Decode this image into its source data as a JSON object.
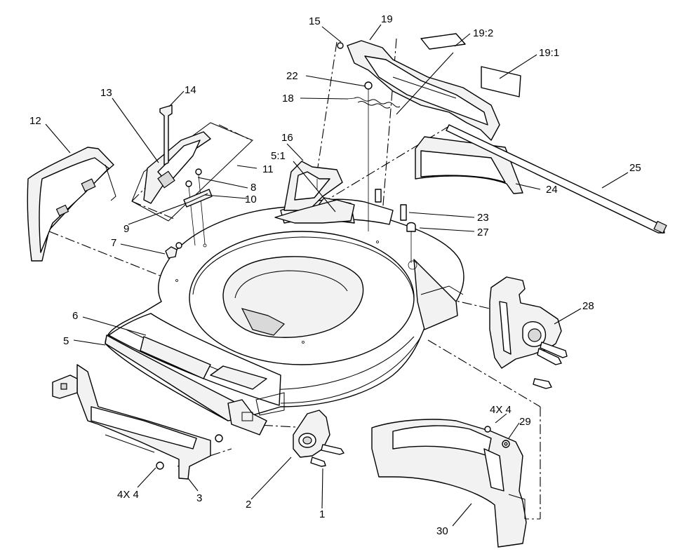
{
  "callouts": [
    {
      "id": "c1",
      "label": "1"
    },
    {
      "id": "c2",
      "label": "2"
    },
    {
      "id": "c3",
      "label": "3"
    },
    {
      "id": "c4x4a",
      "label": "4X 4"
    },
    {
      "id": "c5",
      "label": "5"
    },
    {
      "id": "c6",
      "label": "6"
    },
    {
      "id": "c7",
      "label": "7"
    },
    {
      "id": "c8",
      "label": "8"
    },
    {
      "id": "c9",
      "label": "9"
    },
    {
      "id": "c10",
      "label": "10"
    },
    {
      "id": "c11",
      "label": "11"
    },
    {
      "id": "c12",
      "label": "12"
    },
    {
      "id": "c13",
      "label": "13"
    },
    {
      "id": "c14",
      "label": "14"
    },
    {
      "id": "c15",
      "label": "15"
    },
    {
      "id": "c16",
      "label": "16"
    },
    {
      "id": "c5_1",
      "label": "5:1"
    },
    {
      "id": "c18",
      "label": "18"
    },
    {
      "id": "c19",
      "label": "19"
    },
    {
      "id": "c19_2",
      "label": "19:2"
    },
    {
      "id": "c19_1",
      "label": "19:1"
    },
    {
      "id": "c22",
      "label": "22"
    },
    {
      "id": "c23",
      "label": "23"
    },
    {
      "id": "c24",
      "label": "24"
    },
    {
      "id": "c25",
      "label": "25"
    },
    {
      "id": "c27",
      "label": "27"
    },
    {
      "id": "c28",
      "label": "28"
    },
    {
      "id": "c4x4b",
      "label": "4X 4"
    },
    {
      "id": "c29",
      "label": "29"
    },
    {
      "id": "c30",
      "label": "30"
    }
  ]
}
